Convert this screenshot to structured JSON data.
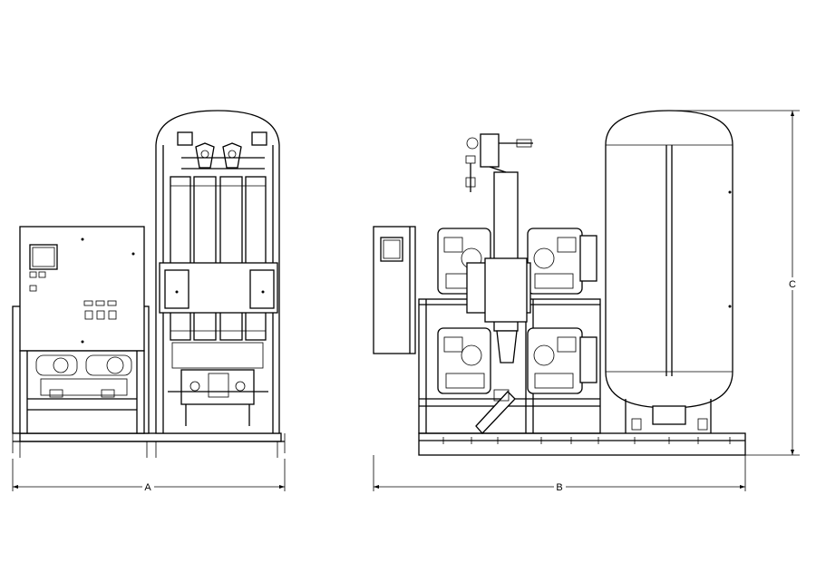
{
  "dimensions": {
    "width_label": "A",
    "depth_label": "B",
    "height_label": "C"
  }
}
